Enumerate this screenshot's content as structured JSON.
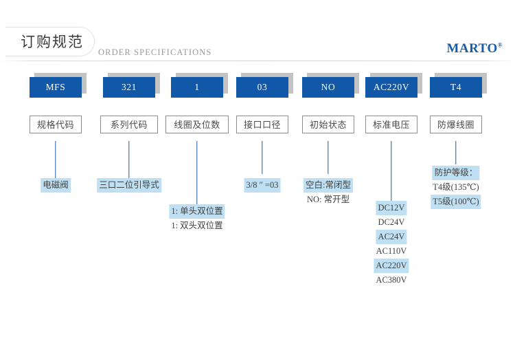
{
  "header": {
    "title_cn": "订购规范",
    "title_en": "ORDER SPECIFICATIONS",
    "brand": "MARTO",
    "brand_mark": "®"
  },
  "accent_colors": {
    "chip_blue": "#1258a8",
    "chip_shadow": "#c3c3c3",
    "connector_blue": "#1a5ba6",
    "highlight": "#bfdff2",
    "brand_blue": "#1a5ba6"
  },
  "columns": [
    {
      "code": "MFS",
      "label": "规格代码",
      "details": [
        {
          "text": "电磁阀",
          "highlight": true
        }
      ]
    },
    {
      "code": "321",
      "label": "系列代码",
      "details": [
        {
          "text": "三口二位引导式",
          "highlight": true
        }
      ]
    },
    {
      "code": "1",
      "label": "线圈及位数",
      "details": [
        {
          "text": "1: 单头双位置",
          "highlight": true
        },
        {
          "text": "1: 双头双位置",
          "highlight": false
        }
      ]
    },
    {
      "code": "03",
      "label": "接口口径",
      "details": [
        {
          "text": "3/8 ″ =03",
          "highlight": true
        }
      ]
    },
    {
      "code": "NO",
      "label": "初始状态",
      "details": [
        {
          "text": "空白:常闭型",
          "highlight": true
        },
        {
          "text": "NO: 常开型",
          "highlight": false
        }
      ]
    },
    {
      "code": "AC220V",
      "label": "标准电压",
      "details": [
        {
          "text": "DC12V",
          "highlight": true
        },
        {
          "text": "DC24V",
          "highlight": false
        },
        {
          "text": "AC24V",
          "highlight": true
        },
        {
          "text": "AC110V",
          "highlight": false
        },
        {
          "text": "AC220V",
          "highlight": true
        },
        {
          "text": "AC380V",
          "highlight": false
        }
      ]
    },
    {
      "code": "T4",
      "label": "防爆线圈",
      "details": [
        {
          "text": "防护等级：",
          "highlight": true
        },
        {
          "text": "T4级(135℃)",
          "highlight": false
        },
        {
          "text": "T5级(100℃)",
          "highlight": true
        }
      ]
    }
  ]
}
